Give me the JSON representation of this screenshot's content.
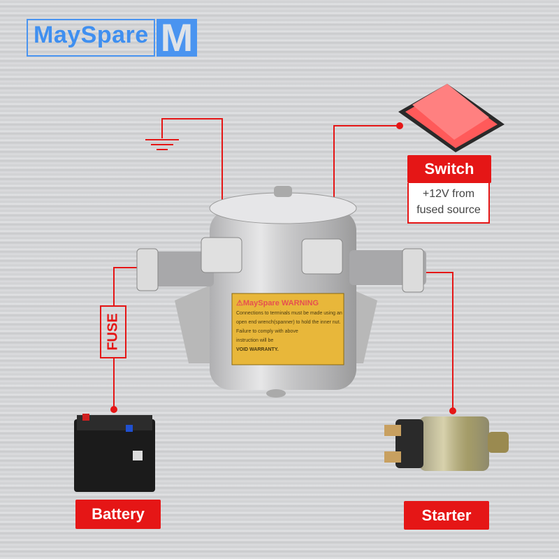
{
  "brand": {
    "name": "MaySpare",
    "mark": "M"
  },
  "labels": {
    "switch": "Switch",
    "switch_note_line1": "+12V from",
    "switch_note_line2": "fused source",
    "fuse": "FUSE",
    "battery": "Battery",
    "starter": "Starter"
  },
  "warning_label": {
    "title": "⚠MaySpare WARNING",
    "line1": "Connections to terminals must be made using an",
    "line2": "open end wrench(spanner) to hold the inner nut.",
    "line3": "Failure to comply with above",
    "line4": "instruction will be",
    "line5": "VOID WARRANTY."
  },
  "colors": {
    "wire": "#e51616",
    "brand": "#4a94f0"
  }
}
